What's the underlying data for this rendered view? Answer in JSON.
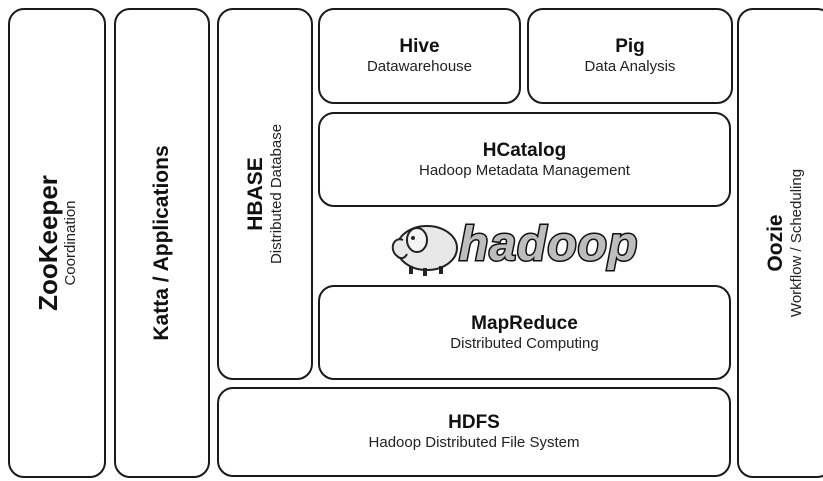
{
  "components": {
    "zookeeper": {
      "title": "ZooKeeper",
      "subtitle": "Coordination"
    },
    "katta": {
      "title": "Katta / Applications"
    },
    "hbase": {
      "title": "HBASE",
      "subtitle": "Distributed Database"
    },
    "hive": {
      "title": "Hive",
      "subtitle": "Datawarehouse"
    },
    "pig": {
      "title": "Pig",
      "subtitle": "Data Analysis"
    },
    "hcatalog": {
      "title": "HCatalog",
      "subtitle": "Hadoop Metadata Management"
    },
    "mapreduce": {
      "title": "MapReduce",
      "subtitle": "Distributed Computing"
    },
    "hdfs": {
      "title": "HDFS",
      "subtitle": "Hadoop Distributed File System"
    },
    "oozie": {
      "title": "Oozie",
      "subtitle": "Workflow / Scheduling"
    }
  },
  "logo": {
    "wordmark": "hadoop"
  }
}
